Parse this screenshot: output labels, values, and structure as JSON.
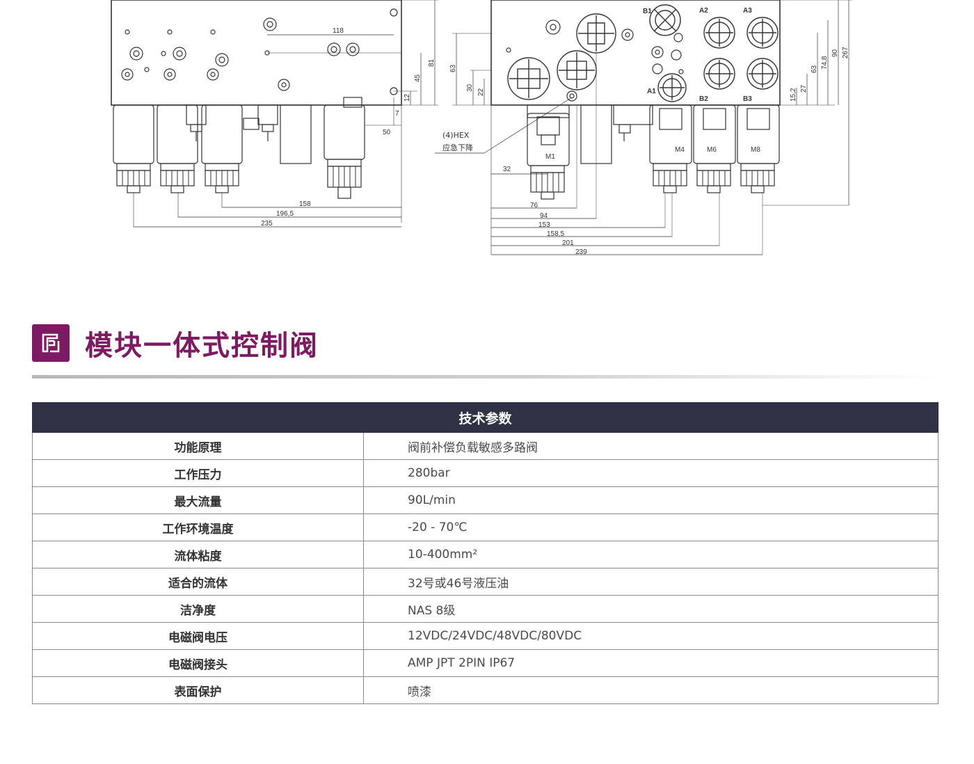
{
  "drawing_left": {
    "dimensions": {
      "d118": "118",
      "d81": "81",
      "d45": "45",
      "d12": "12",
      "d7": "7",
      "d50": "50",
      "d158": "158",
      "d196": "196,5",
      "d235": "235"
    }
  },
  "drawing_right": {
    "ports": {
      "b1": "B1",
      "a2": "A2",
      "a3": "A3",
      "a1": "A1",
      "b2": "B2",
      "b3": "B3"
    },
    "solenoids": {
      "m1": "M1",
      "m4": "M4",
      "m6": "M6",
      "m8": "M8"
    },
    "note_hex": "(4)HEX",
    "note_emergency": "应急下降",
    "dimensions": {
      "d63": "63",
      "d30": "30",
      "d22": "22",
      "d15": "15,2",
      "d27": "27",
      "d63b": "63",
      "d74": "74,8",
      "d90": "90",
      "d267": "267",
      "d32": "32",
      "d76": "76",
      "d94": "94",
      "d153": "153",
      "d158": "158,5",
      "d201": "201",
      "d239": "239"
    }
  },
  "section": {
    "title": "模块一体式控制阀"
  },
  "spec_table": {
    "header": "技术参数",
    "rows": [
      {
        "label": "功能原理",
        "value": "阀前补偿负载敏感多路阀"
      },
      {
        "label": "工作压力",
        "value": "280bar"
      },
      {
        "label": "最大流量",
        "value": "90L/min"
      },
      {
        "label": "工作环境温度",
        "value": "-20 - 70℃"
      },
      {
        "label": "流体粘度",
        "value": "10-400mm²"
      },
      {
        "label": "适合的流体",
        "value": "32号或46号液压油"
      },
      {
        "label": "洁净度",
        "value": "NAS 8级"
      },
      {
        "label": "电磁阀电压",
        "value": "12VDC/24VDC/48VDC/80VDC"
      },
      {
        "label": "电磁阀接头",
        "value": "AMP JPT  2PIN IP67"
      },
      {
        "label": "表面保护",
        "value": "喷漆"
      }
    ]
  },
  "colors": {
    "accent": "#7c1a62",
    "table_header": "#2f3245",
    "border": "#8a8a8a"
  }
}
